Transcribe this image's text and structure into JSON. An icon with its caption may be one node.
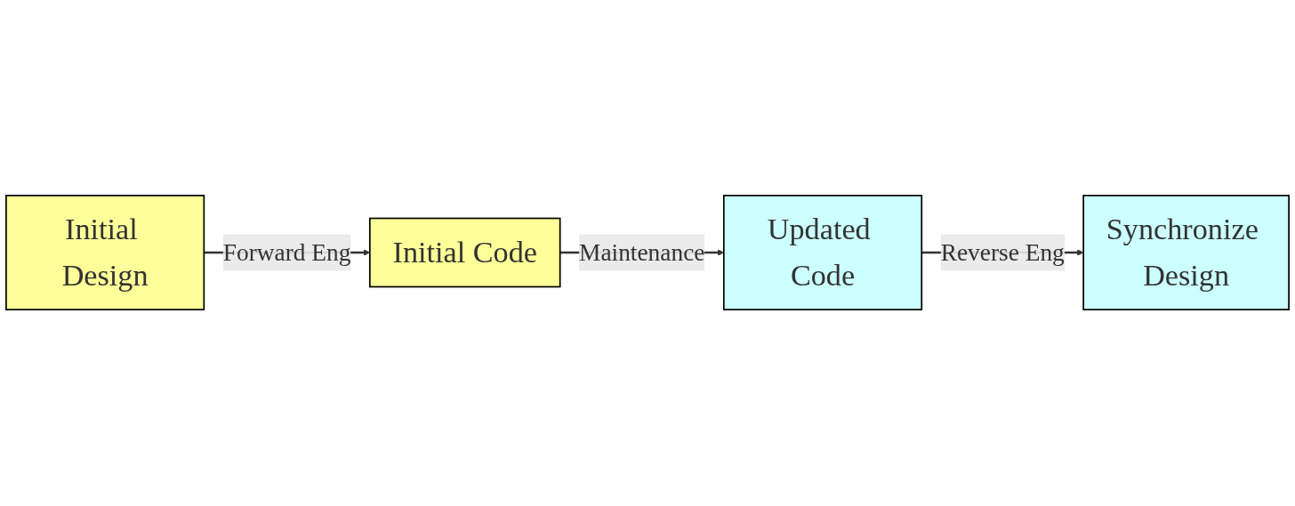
{
  "diagram": {
    "nodes": [
      {
        "text": [
          "Initial Design"
        ]
      },
      {
        "text": [
          "Initial Code"
        ]
      },
      {
        "text": [
          "Updated Code"
        ]
      },
      {
        "text": [
          "Synchronize Design"
        ]
      }
    ],
    "edges": [
      {
        "from": 0,
        "to": 1,
        "arrow": "to",
        "label": "Forward Eng"
      },
      {
        "from": 1,
        "to": 2,
        "arrow": "to",
        "label": "Maintenance"
      },
      {
        "from": 2,
        "to": 3,
        "arrow": "to",
        "label": "Reverse Eng"
      }
    ]
  }
}
